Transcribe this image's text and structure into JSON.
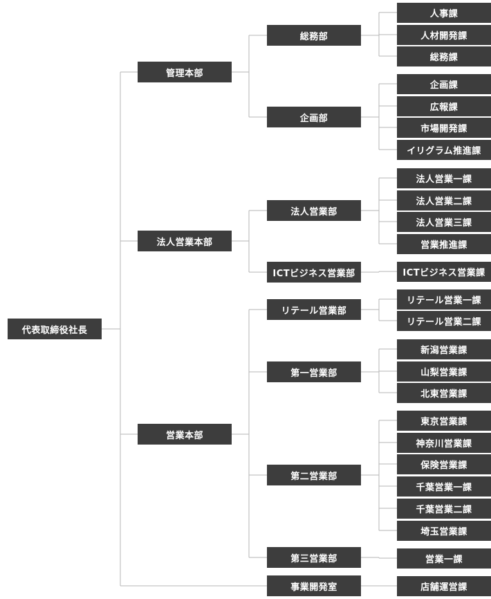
{
  "ceo": {
    "label": "代表取締役社長"
  },
  "divisions": [
    {
      "label": "管理本部",
      "departments": [
        {
          "label": "総務部",
          "sections": [
            "人事課",
            "人材開発課",
            "総務課"
          ]
        },
        {
          "label": "企画部",
          "sections": [
            "企画課",
            "広報課",
            "市場開発課",
            "イリグラム推進課"
          ]
        }
      ]
    },
    {
      "label": "法人営業本部",
      "departments": [
        {
          "label": "法人営業部",
          "sections": [
            "法人営業一課",
            "法人営業二課",
            "法人営業三課",
            "営業推進課"
          ]
        },
        {
          "label": "ICTビジネス営業部",
          "sections": [
            "ICTビジネス営業課"
          ]
        }
      ]
    },
    {
      "label": "営業本部",
      "departments": [
        {
          "label": "リテール営業部",
          "sections": [
            "リテール営業一課",
            "リテール営業二課"
          ]
        },
        {
          "label": "第一営業部",
          "sections": [
            "新潟営業課",
            "山梨営業課",
            "北東営業課"
          ]
        },
        {
          "label": "第二営業部",
          "sections": [
            "東京営業課",
            "神奈川営業課",
            "保険営業課",
            "千葉営業一課",
            "千葉営業二課",
            "埼玉営業課"
          ]
        },
        {
          "label": "第三営業部",
          "sections": [
            "営業一課"
          ]
        }
      ]
    }
  ],
  "direct_departments": [
    {
      "label": "事業開発室",
      "sections": [
        "店舗運営課"
      ]
    }
  ],
  "colors": {
    "box": "#3d3d3d",
    "text": "#ffffff",
    "line": "#b5b5b5"
  }
}
